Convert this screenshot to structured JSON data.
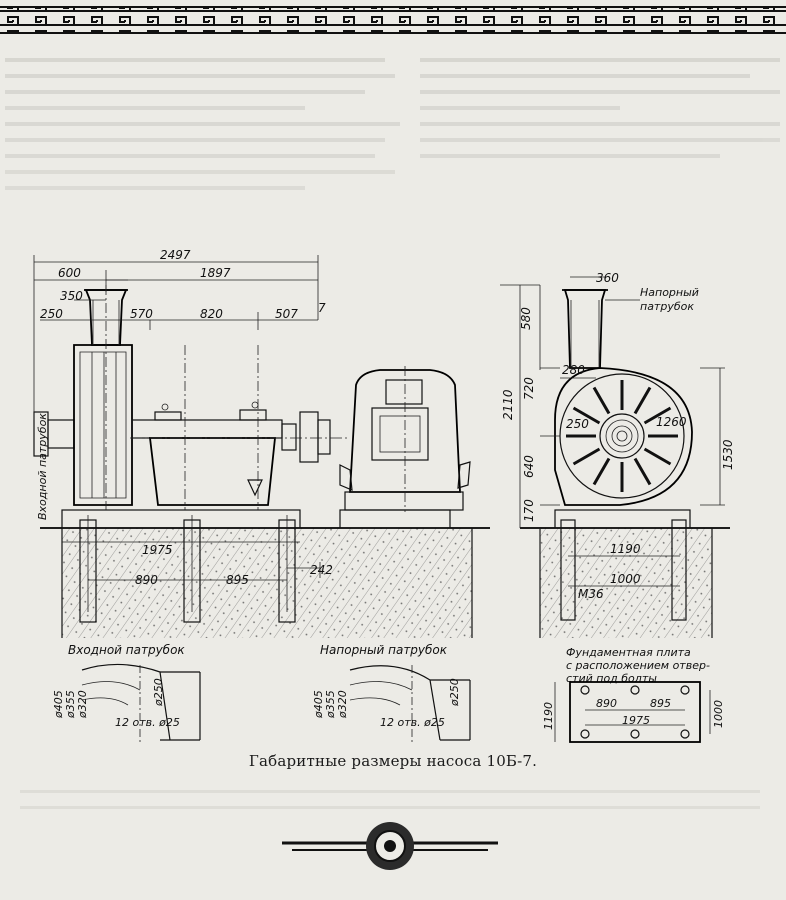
{
  "caption": "Габаритные размеры насоса 10Б-7.",
  "labels": {
    "pressure_nozzle_top": "Напорный\nпатрубок",
    "inlet_nozzle_side": "Входной\nпатрубок",
    "inlet_nozzle_detail": "Входной патрубок",
    "pressure_nozzle_detail": "Напорный патрубок",
    "foundation_plate": "Фундаментная плита\nс расположением отвер-\nстий под болты",
    "bolt": "М36"
  },
  "side_view": {
    "overall_length": "2497",
    "length_1897": "1897",
    "dim_600": "600",
    "dim_350": "350",
    "dim_250": "250",
    "dim_570": "570",
    "dim_820": "820",
    "dim_507": "507",
    "dim_7": "7",
    "dim_1975": "1975",
    "dim_890": "890",
    "dim_895": "895",
    "dim_242": "242"
  },
  "end_view": {
    "dim_360": "360",
    "dim_580": "580",
    "dim_2110": "2110",
    "dim_720": "720",
    "dim_280": "280",
    "dim_250": "250",
    "dim_1260": "1260",
    "dim_640": "640",
    "dim_1530": "1530",
    "dim_170": "170",
    "dim_1190": "1190",
    "dim_1000": "1000"
  },
  "inlet_flange": {
    "d1": "ø405",
    "d2": "ø355",
    "d3": "ø320",
    "d4": "ø250",
    "holes": "12 отв. ø25"
  },
  "pressure_flange": {
    "d1": "ø405",
    "d2": "ø355",
    "d3": "ø320",
    "d4": "ø250",
    "holes": "12 отв. ø25"
  },
  "plate_plan": {
    "dim_1190": "1190",
    "dim_890": "890",
    "dim_895": "895",
    "dim_1975": "1975",
    "dim_1000": "1000"
  }
}
